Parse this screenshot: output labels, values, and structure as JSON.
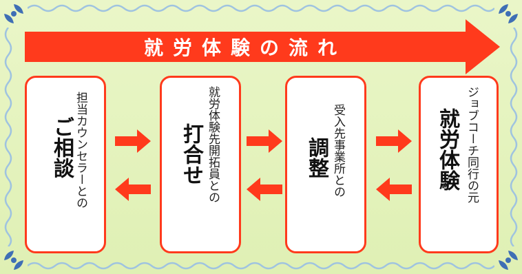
{
  "banner": {
    "title": "就労体験の流れ"
  },
  "steps": [
    {
      "main": "ご相談",
      "sub": "担当カウンセラーとの"
    },
    {
      "main": "打合せ",
      "sub": "就労体験先開拓員との"
    },
    {
      "main": "調整",
      "sub": "受入先事業所との"
    },
    {
      "main": "就労体験",
      "sub": "ジョブコーチ同行の元"
    }
  ],
  "colors": {
    "accent": "#ff3a1c",
    "background": "#e4f3be",
    "border": "#b7d0e6",
    "card": "#ffffff"
  }
}
